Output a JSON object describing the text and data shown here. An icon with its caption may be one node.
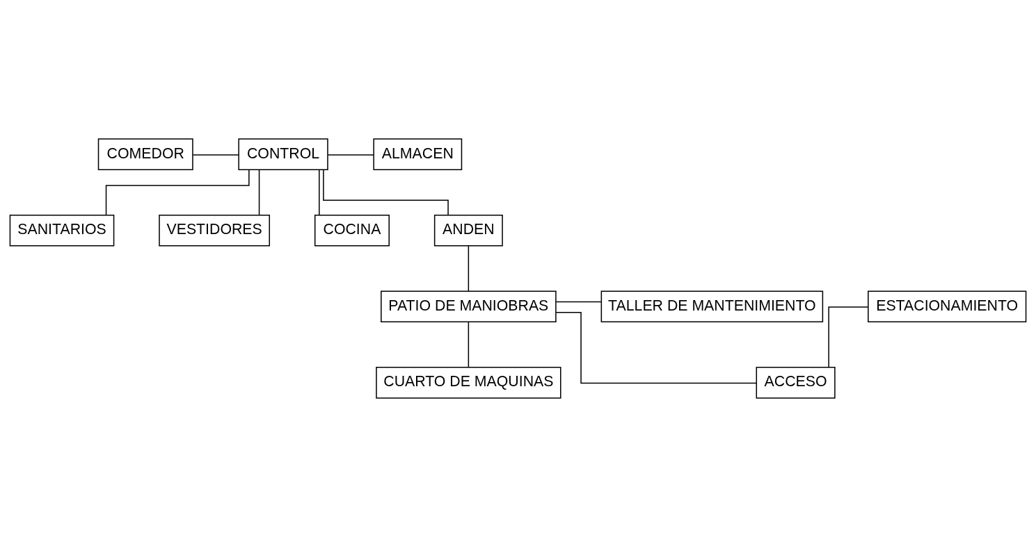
{
  "diagram": {
    "nodes": [
      {
        "text": [
          "SANITARIOS"
        ]
      },
      {
        "text": [
          "VESTIDORES"
        ]
      },
      {
        "text": [
          "COCINA"
        ]
      },
      {
        "text": [
          "COMEDOR"
        ]
      },
      {
        "text": [
          "CONTROL"
        ]
      },
      {
        "text": [
          "ALMACEN"
        ]
      },
      {
        "text": [
          "ANDEN"
        ]
      },
      {
        "text": [
          "CUARTO DE MAQUINAS"
        ]
      },
      {
        "text": [
          "ESTACIONAMIENTO"
        ]
      },
      {
        "text": [
          "PATIO DE MANIOBRAS"
        ]
      },
      {
        "text": [
          "TALLER DE MANTENIMIENTO"
        ]
      },
      {
        "text": [
          "ACCESO"
        ]
      }
    ],
    "edges": [
      {
        "from": 4,
        "to": 0,
        "arrow": "none"
      },
      {
        "from": 4,
        "to": 1,
        "arrow": "none"
      },
      {
        "from": 4,
        "to": 2,
        "arrow": "none"
      },
      {
        "from": 3,
        "to": 4,
        "arrow": "none"
      },
      {
        "from": 4,
        "to": 5,
        "arrow": "none"
      },
      {
        "from": 4,
        "to": 6,
        "arrow": "none"
      },
      {
        "from": 6,
        "to": 9,
        "arrow": "none"
      },
      {
        "from": 9,
        "to": 7,
        "arrow": "none"
      },
      {
        "from": 9,
        "to": 10,
        "arrow": "none"
      },
      {
        "from": 11,
        "to": 9,
        "arrow": "none"
      },
      {
        "from": 8,
        "to": 11,
        "arrow": "none"
      }
    ]
  }
}
